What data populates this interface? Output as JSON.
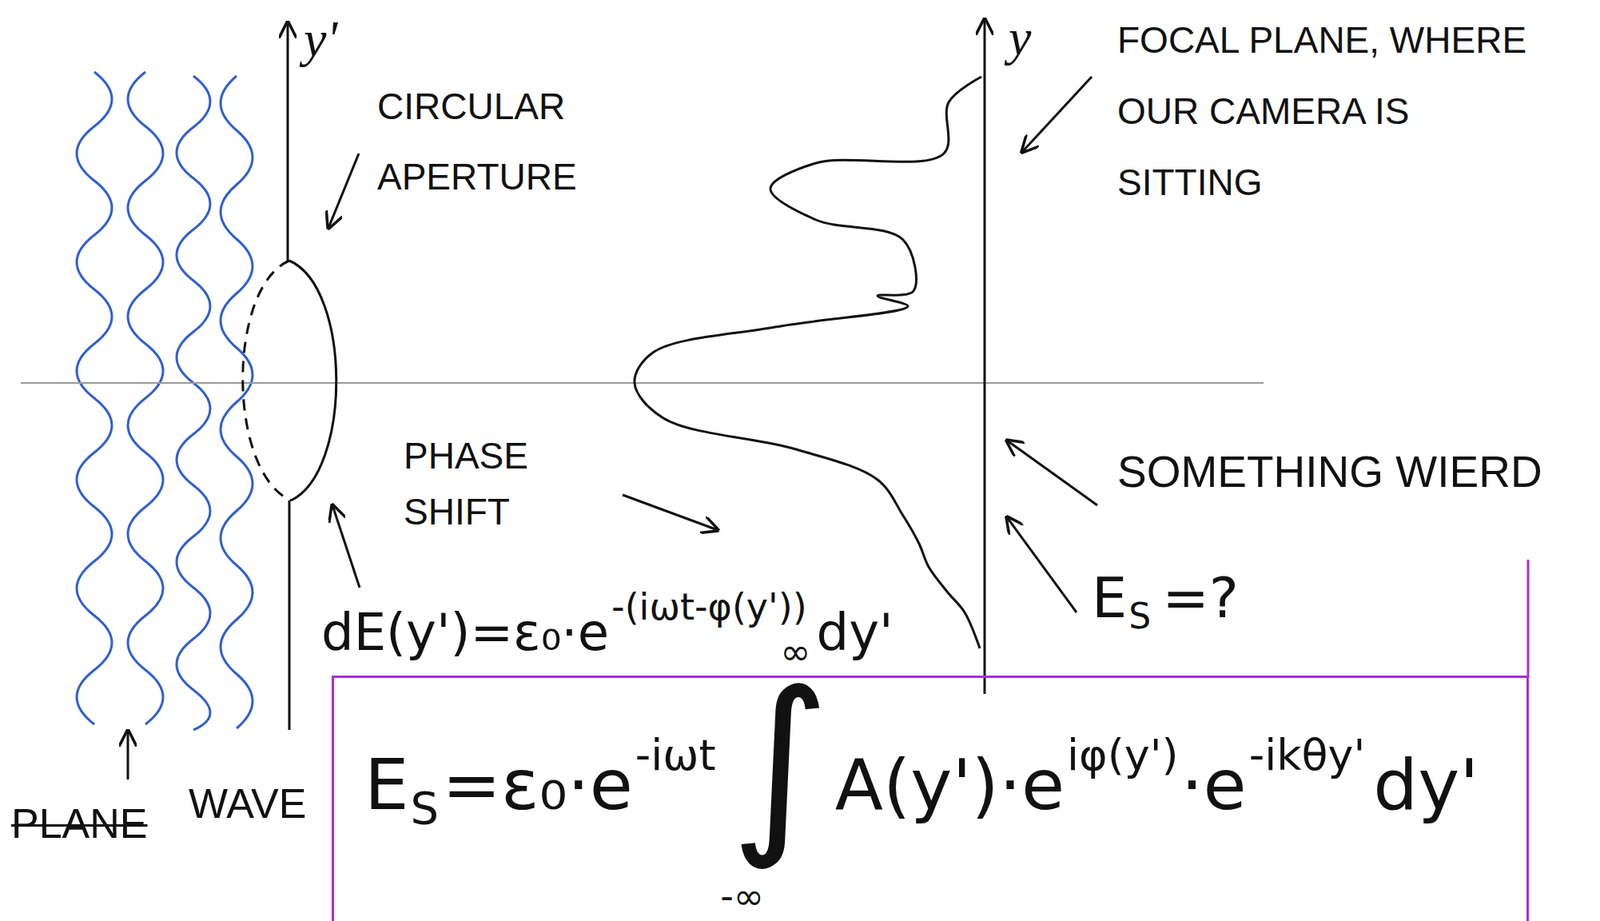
{
  "diagram": {
    "nodes": [
      {
        "text": [
          "E",
          "S",
          "=ε₀·e",
          "-iωt",
          "∞",
          "∫",
          "-∞",
          "A(y')·e",
          "iφ(y')",
          "·e",
          "-ikθy'",
          "dy'"
        ]
      }
    ],
    "labels": [
      "y'",
      "CIRCULAR APERTURE",
      "y",
      "FOCAL PLANE, WHERE OUR CAMERA IS SITTING",
      "PHASE SHIFT",
      "SOMETHING WIERD",
      "E",
      "S",
      "=?",
      "dE(y')=ε₀·e",
      "-(iωt-φ(y'))",
      "dy'",
      "PLANE",
      "WAVE"
    ]
  }
}
